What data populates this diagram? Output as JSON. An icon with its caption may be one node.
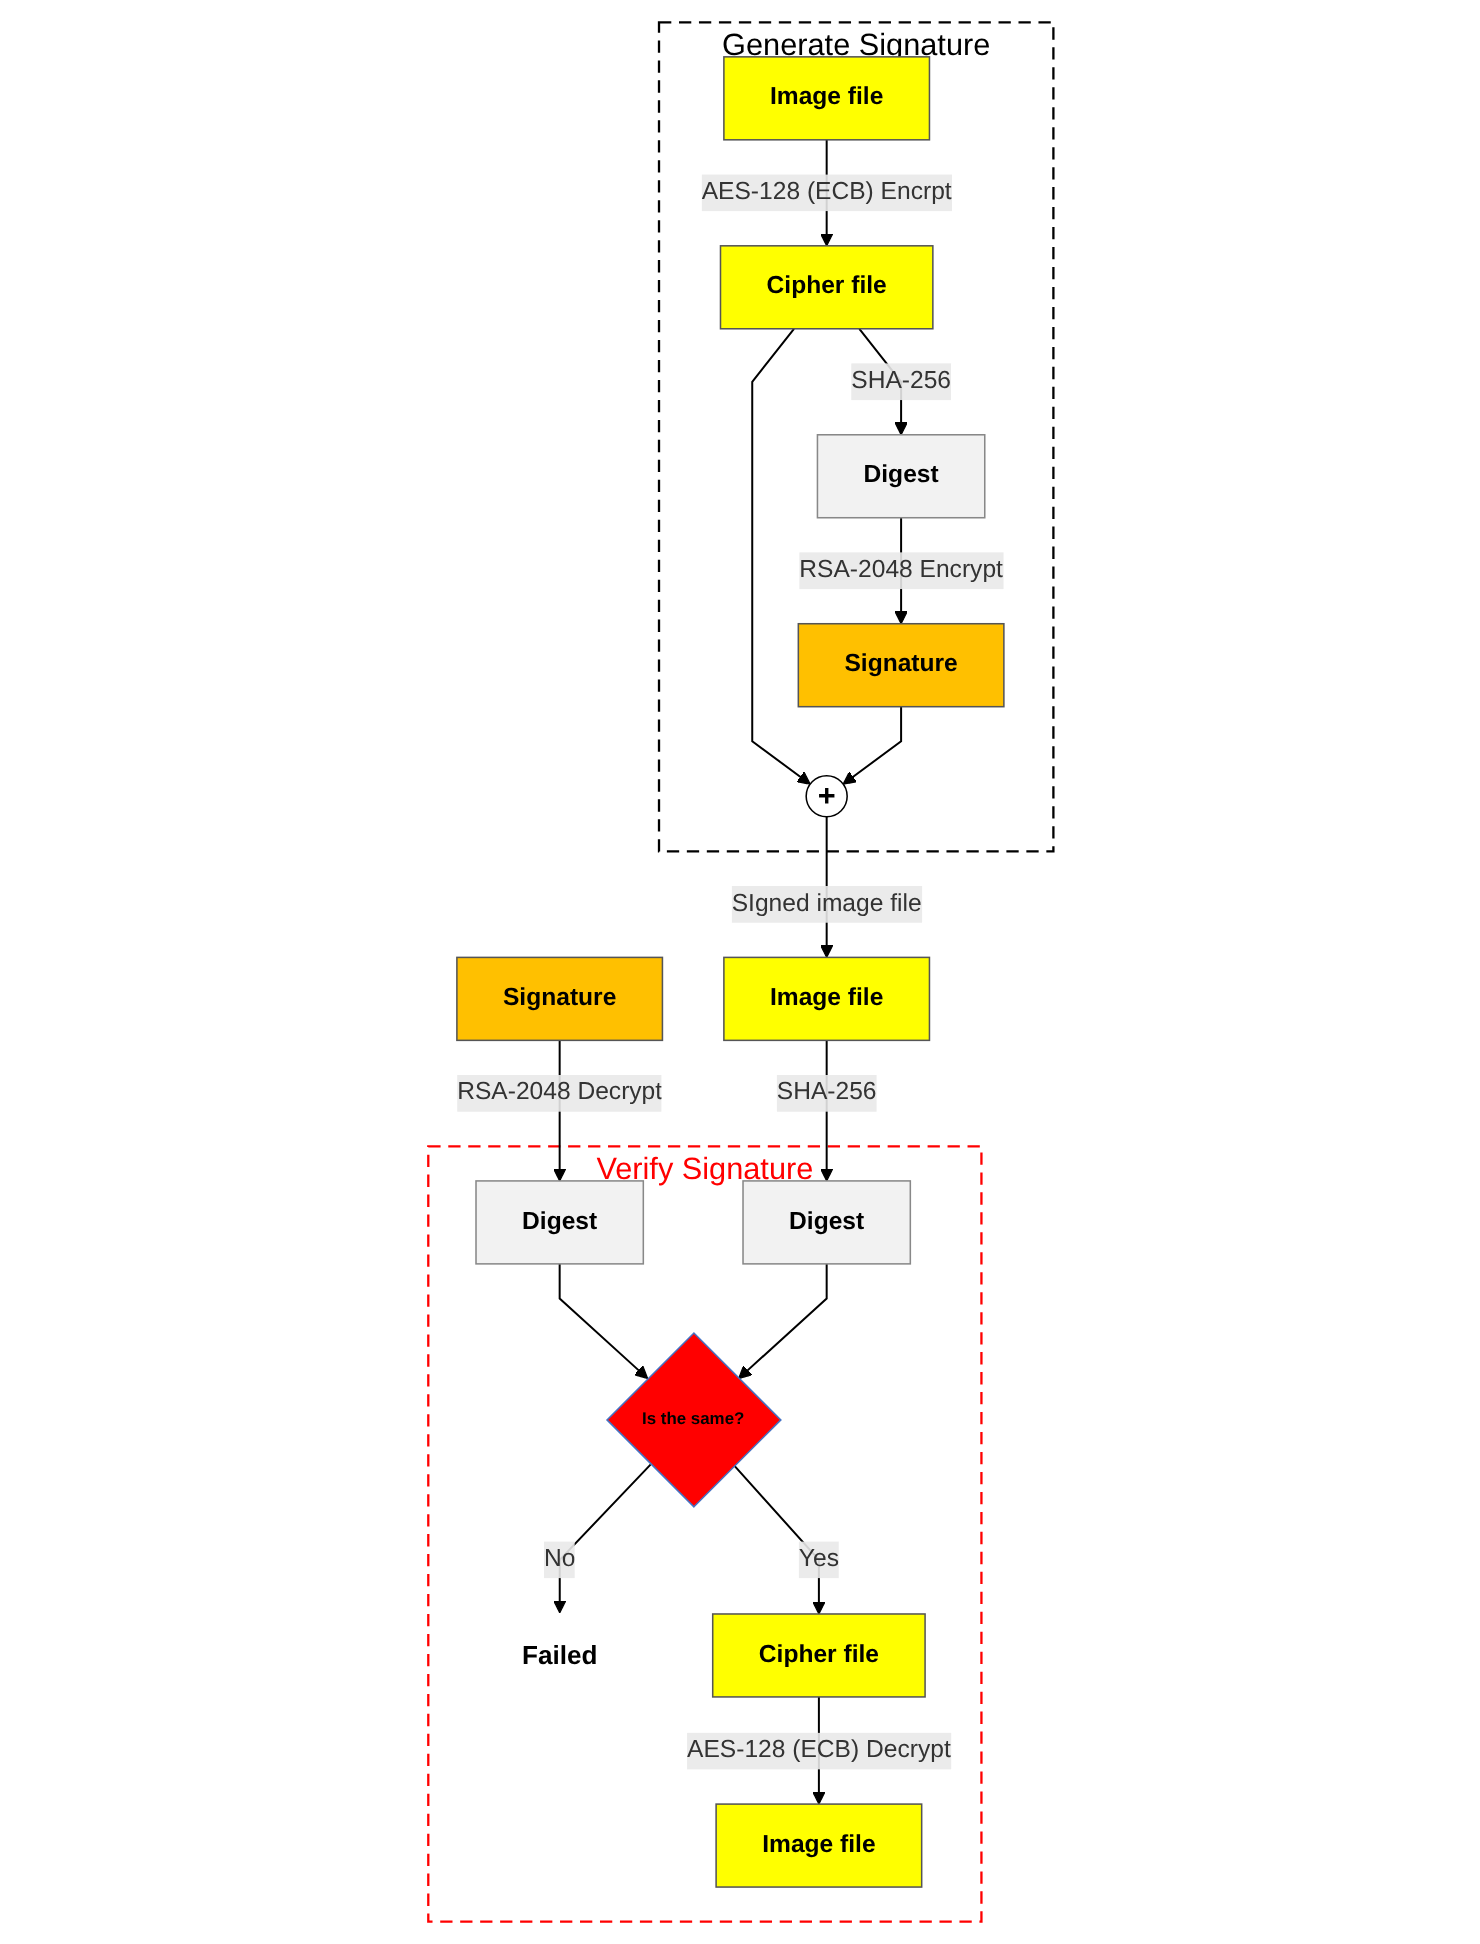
{
  "diagram": {
    "nodes": [
      {
        "text": [
          "Generate Signature"
        ]
      },
      {
        "text": [
          "Image file"
        ],
        "in": 0
      },
      {
        "text": [
          "Cipher file"
        ],
        "in": 0
      },
      {
        "text": [
          "Digest"
        ],
        "in": 0
      },
      {
        "text": [
          "Signature"
        ],
        "in": 0
      },
      {
        "text": [
          "+"
        ],
        "in": 0
      },
      {
        "text": [
          "Verify Signature"
        ]
      },
      {
        "text": [
          "Image file"
        ]
      },
      {
        "text": [
          "Signature"
        ]
      },
      {
        "text": [
          "Digest"
        ],
        "in": 6
      },
      {
        "text": [
          "Digest"
        ],
        "in": 6
      },
      {
        "text": [
          "Is the same?"
        ],
        "in": 6
      },
      {
        "text": [
          "Failed"
        ],
        "in": 6
      },
      {
        "text": [
          "Cipher file"
        ],
        "in": 6
      },
      {
        "text": [
          "Image file"
        ],
        "in": 6
      }
    ],
    "edges": [
      {
        "from": 1,
        "to": 2,
        "arrow": "to",
        "label": "AES-128 (ECB) Encrpt"
      },
      {
        "from": 2,
        "to": 3,
        "arrow": "to",
        "label": "SHA-256"
      },
      {
        "from": 3,
        "to": 4,
        "arrow": "to",
        "label": "RSA-2048 Encrypt"
      },
      {
        "from": 2,
        "to": 5,
        "arrow": "to"
      },
      {
        "from": 4,
        "to": 5,
        "arrow": "to"
      },
      {
        "from": 5,
        "to": 7,
        "arrow": "to",
        "label": "SIgned image file"
      },
      {
        "from": 8,
        "to": 9,
        "arrow": "to",
        "label": "RSA-2048 Decrypt"
      },
      {
        "from": 7,
        "to": 10,
        "arrow": "to",
        "label": "SHA-256"
      },
      {
        "from": 9,
        "to": 11,
        "arrow": "to"
      },
      {
        "from": 10,
        "to": 11,
        "arrow": "to"
      },
      {
        "from": 11,
        "to": 12,
        "arrow": "to",
        "label": "No"
      },
      {
        "from": 11,
        "to": 13,
        "arrow": "to",
        "label": "Yes"
      },
      {
        "from": 13,
        "to": 14,
        "arrow": "to",
        "label": "AES-128 (ECB) Decrypt"
      }
    ]
  }
}
